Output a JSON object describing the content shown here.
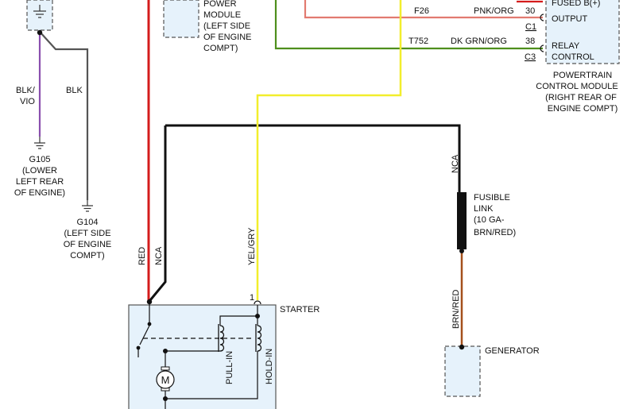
{
  "colors": {
    "red": "#d41c1c",
    "black": "#111111",
    "yellow": "#f2ee2c",
    "green": "#4e8f1c",
    "pink": "#e27a70",
    "violet": "#8a4fae",
    "gray": "#555555",
    "brown": "#a4501c",
    "module_fill": "#e6f2fb"
  },
  "ground_box": {
    "icon": "ground-icon"
  },
  "wire_blk_vio": {
    "line1": "BLK/",
    "line2": "VIO"
  },
  "wire_blk": {
    "label": "BLK"
  },
  "g105": {
    "name": "G105",
    "desc": [
      "(LOWER",
      "LEFT REAR",
      "OF ENGINE)"
    ]
  },
  "g104": {
    "name": "G104",
    "desc": [
      "(LEFT SIDE",
      "OF ENGINE",
      "COMPT)"
    ]
  },
  "power_module": {
    "lines": [
      "POWER",
      "MODULE",
      "(LEFT SIDE",
      "OF ENGINE",
      "COMPT)"
    ]
  },
  "pcm": {
    "pins": [
      {
        "circuit": "F26",
        "color": "PNK/ORG",
        "pin": "30",
        "label": "OUTPUT",
        "connector": "C1"
      },
      {
        "circuit": "T752",
        "color": "DK GRN/ORG",
        "pin": "38",
        "label1": "RELAY",
        "label2": "CONTROL",
        "connector": "C3"
      }
    ],
    "top_label": "FUSED B(+)",
    "name": [
      "POWERTRAIN",
      "CONTROL MODULE",
      "(RIGHT REAR OF",
      "ENGINE COMPT)"
    ]
  },
  "wires": {
    "red": "RED",
    "nca": "NCA",
    "yel_gry": "YEL/GRY",
    "nca_right": "NCA",
    "brn_red": "BRN/RED"
  },
  "fusible_link": {
    "lines": [
      "FUSIBLE",
      "LINK",
      "(10 GA-",
      "BRN/RED)"
    ]
  },
  "starter": {
    "name": "STARTER",
    "pin": "1",
    "motor": "M",
    "pull_in": "PULL-IN",
    "hold_in": "HOLD-IN"
  },
  "generator": {
    "name": "GENERATOR"
  }
}
